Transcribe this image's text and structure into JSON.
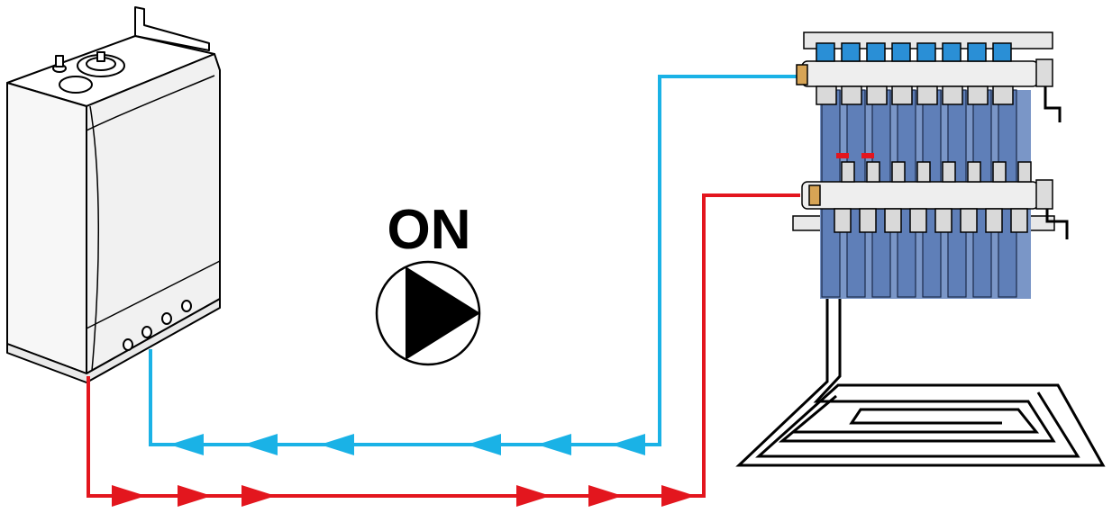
{
  "diagram": {
    "pump_status": "ON",
    "colors": {
      "flow_pipe": "#e3161e",
      "return_pipe": "#1ab2e6",
      "boiler_body": "#f4f4f4",
      "manifold_body": "#e6e6e6",
      "valve_caps": "#2a8fd6",
      "loop_tubes": "#7a96c7",
      "floor_loop": "#000000"
    },
    "components": {
      "boiler_icon": "wall-mounted-boiler",
      "pump_icon": "circulation-pump-play-symbol",
      "manifold_icon": "underfloor-heating-manifold",
      "loop_icon": "underfloor-heating-pipe-loop"
    }
  }
}
